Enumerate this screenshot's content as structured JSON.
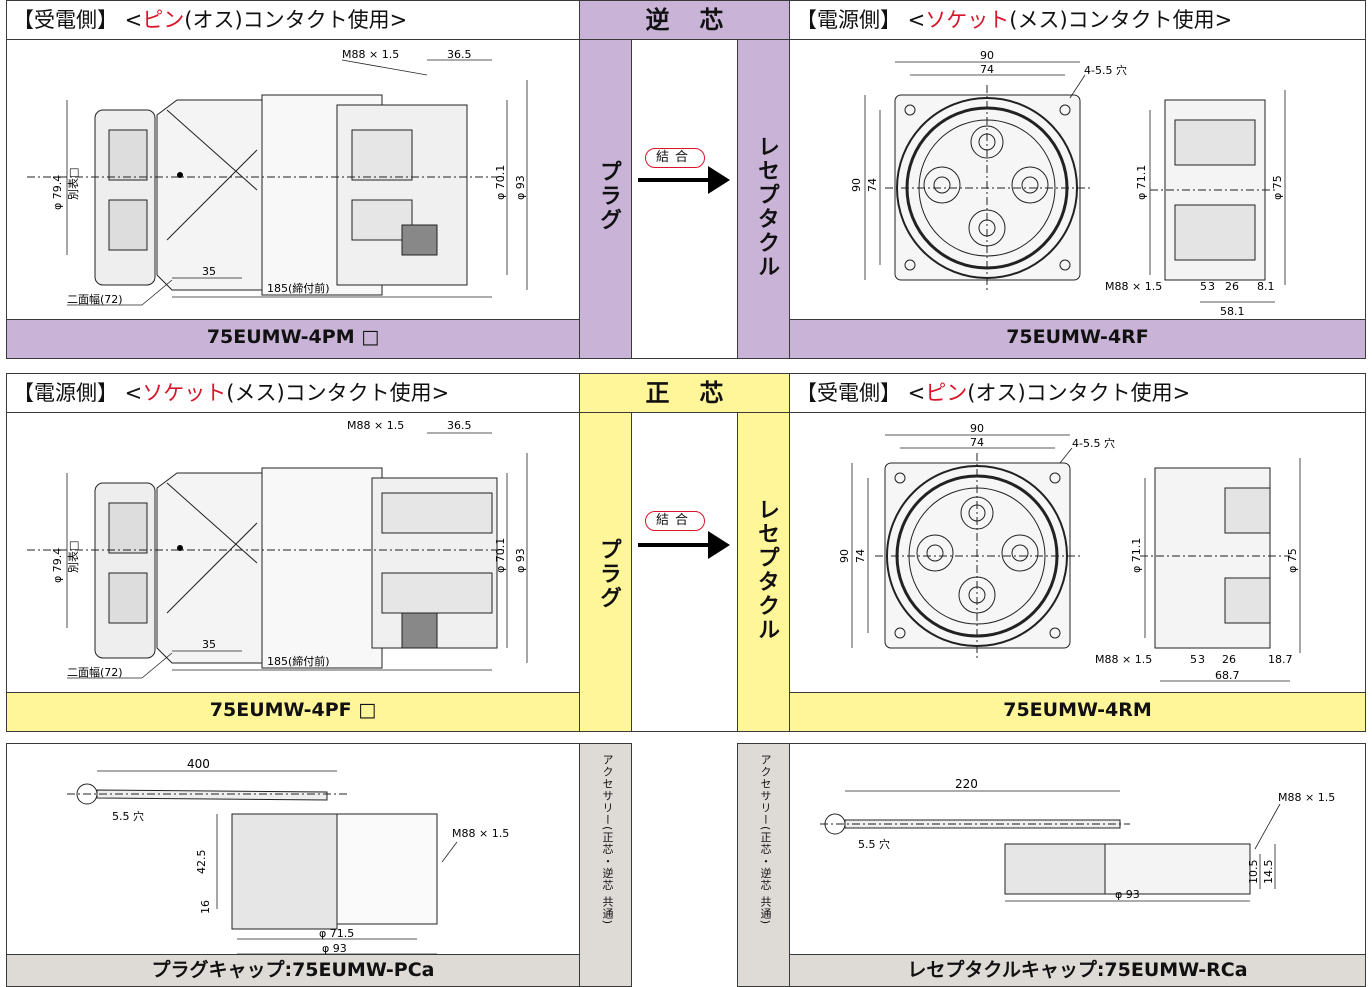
{
  "section1": {
    "left_header_prefix": "【受電側】 <",
    "left_header_red": "ピン",
    "left_header_suffix": "(オス)コンタクト使用>",
    "center_header": "逆芯",
    "right_header_prefix": "【電源側】 <",
    "right_header_red": "ソケット",
    "right_header_suffix": "(メス)コンタクト使用>",
    "plug_label": "プラグ",
    "join_label": "結合",
    "receptacle_label": "レセプタクル",
    "left_footer": "75EUMW-4PM □",
    "right_footer": "75EUMW-4RF",
    "left_dims": {
      "thread": "M88 × 1.5",
      "d365": "36.5",
      "phi794": "φ 79.4",
      "betsu": "別表□",
      "phi701": "φ 70.1",
      "phi93": "φ 93",
      "d35": "35",
      "d185": "185(締付前)",
      "nimen": "二面幅(72)"
    },
    "right_dims": {
      "d90": "90",
      "d74": "74",
      "holes": "4-5.5 穴",
      "v90": "90",
      "v74": "74",
      "phi711": "φ 71.1",
      "phi75": "φ 75",
      "thread": "M88 × 1.5",
      "d5": "5",
      "d3": "3",
      "d26": "26",
      "d81": "8.1",
      "d581": "58.1"
    }
  },
  "section2": {
    "left_header_prefix": "【電源側】 <",
    "left_header_red": "ソケット",
    "left_header_suffix": "(メス)コンタクト使用>",
    "center_header": "正芯",
    "right_header_prefix": "【受電側】 <",
    "right_header_red": "ピン",
    "right_header_suffix": "(オス)コンタクト使用>",
    "plug_label": "プラグ",
    "join_label": "結合",
    "receptacle_label": "レセプタクル",
    "left_footer": "75EUMW-4PF □",
    "right_footer": "75EUMW-4RM",
    "left_dims": {
      "thread": "M88 × 1.5",
      "d365": "36.5",
      "phi794": "φ 79.4",
      "betsu": "別表□",
      "phi701": "φ 70.1",
      "phi93": "φ 93",
      "d35": "35",
      "d185": "185(締付前)",
      "nimen": "二面幅(72)"
    },
    "right_dims": {
      "d90": "90",
      "d74": "74",
      "holes": "4-5.5 穴",
      "v90": "90",
      "v74": "74",
      "phi711": "φ 71.1",
      "phi75": "φ 75",
      "thread": "M88 × 1.5",
      "d5": "5",
      "d3": "3",
      "d26": "26",
      "d187": "18.7",
      "d687": "68.7"
    }
  },
  "section3": {
    "accessory_label": "アクセサリー(正芯・逆芯 共通)",
    "left_footer": "プラグキャップ:75EUMW-PCa",
    "right_footer": "レセプタクルキャップ:75EUMW-RCa",
    "left_dims": {
      "d400": "400",
      "hole": "5.5 穴",
      "d425": "42.5",
      "d16": "16",
      "thread": "M88 × 1.5",
      "phi715": "φ 71.5",
      "phi93": "φ 93"
    },
    "right_dims": {
      "d220": "220",
      "hole": "5.5 穴",
      "thread": "M88 × 1.5",
      "d105": "10.5",
      "d145": "14.5",
      "phi93": "φ 93"
    }
  }
}
